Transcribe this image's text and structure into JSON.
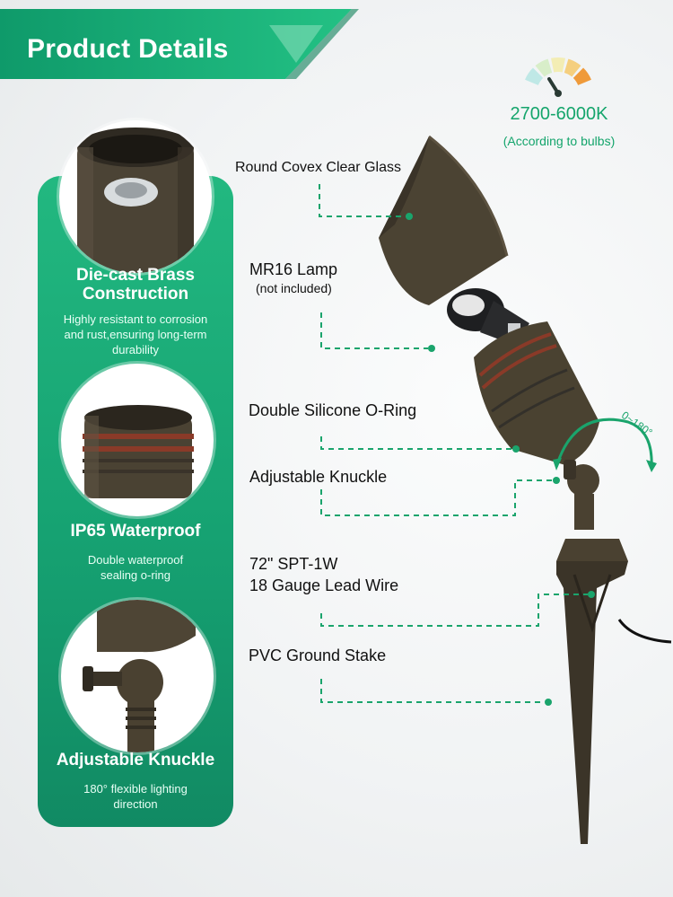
{
  "banner": {
    "title": "Product Details"
  },
  "color_temp": {
    "range": "2700-6000K",
    "note": "(According to bulbs)",
    "gauge_colors": [
      "#bfe8e6",
      "#d8eec9",
      "#f3edb4",
      "#f5cf7e",
      "#ef9a3a"
    ]
  },
  "features": [
    {
      "title_line1": "Die-cast Brass",
      "title_line2": "Construction",
      "desc_line1": "Highly resistant to corrosion",
      "desc_line2": "and rust,ensuring long-term",
      "desc_line3": "durability",
      "icon": "brass-housing-photo"
    },
    {
      "title_line1": "IP65 Waterproof",
      "desc_line1": "Double waterproof",
      "desc_line2": "sealing o-ring",
      "icon": "o-ring-photo"
    },
    {
      "title_line1": "Adjustable Knuckle",
      "desc_line1": "180° flexible lighting",
      "desc_line2": "direction",
      "icon": "knuckle-photo"
    }
  ],
  "callouts": {
    "glass": "Round Covex Clear Glass",
    "lamp": "MR16 Lamp",
    "lamp_note": "(not included)",
    "oring": "Double Silicone O-Ring",
    "knuckle": "Adjustable Knuckle",
    "wire_line1": "72\" SPT-1W",
    "wire_line2": "18 Gauge Lead Wire",
    "stake": "PVC Ground Stake"
  },
  "rotation_label": "0~180°",
  "colors": {
    "accent": "#15a56c",
    "bronze": "#4a4232"
  }
}
